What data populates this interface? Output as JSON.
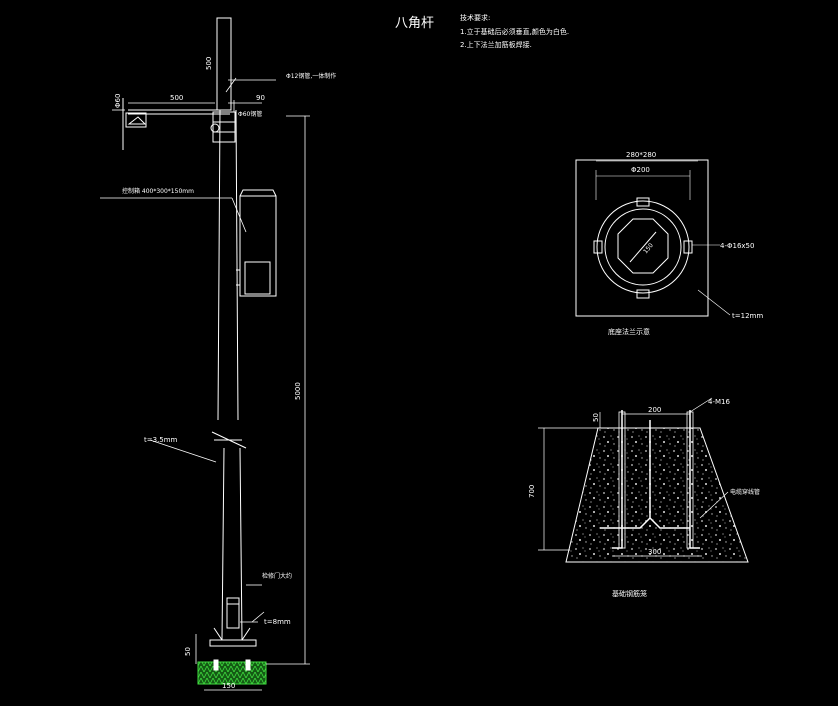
{
  "title": "八角杆",
  "notes": {
    "heading": "技术要求:",
    "line1": "1.立于基础后必须垂直,颜色为白色.",
    "line2": "2.上下法兰加筋板焊接."
  },
  "pole": {
    "dim_top": "500",
    "dim_arm": "500",
    "dim_offset": "90",
    "dim_side": "Φ60",
    "label_tube": "Φ12钢管,一体制作",
    "label_small": "Φ60钢管",
    "label_box": "控制箱 400*300*150mm",
    "label_height": "5000",
    "label_thickness": "t=3.5mm",
    "label_ground": "检修门大约",
    "label_plate": "t=8mm",
    "dim_base": "150",
    "dim_base_h": "50"
  },
  "flange": {
    "dim_outer": "280*280",
    "dim_inner": "Φ200",
    "dim_diag": "150",
    "label_bolts": "4-Φ16x50",
    "label_thickness": "t=12mm",
    "caption": "底座法兰示意"
  },
  "foundation": {
    "label_bolts": "4-M16",
    "dim_top_offset": "50",
    "dim_width": "200",
    "dim_depth": "700",
    "label_pipe": "电缆穿线管",
    "dim_bottom": "300",
    "caption": "基础钢筋笼"
  },
  "colors": {
    "line": "#ffffff",
    "green": "#2ecc40",
    "gray": "#9a9a9a"
  }
}
